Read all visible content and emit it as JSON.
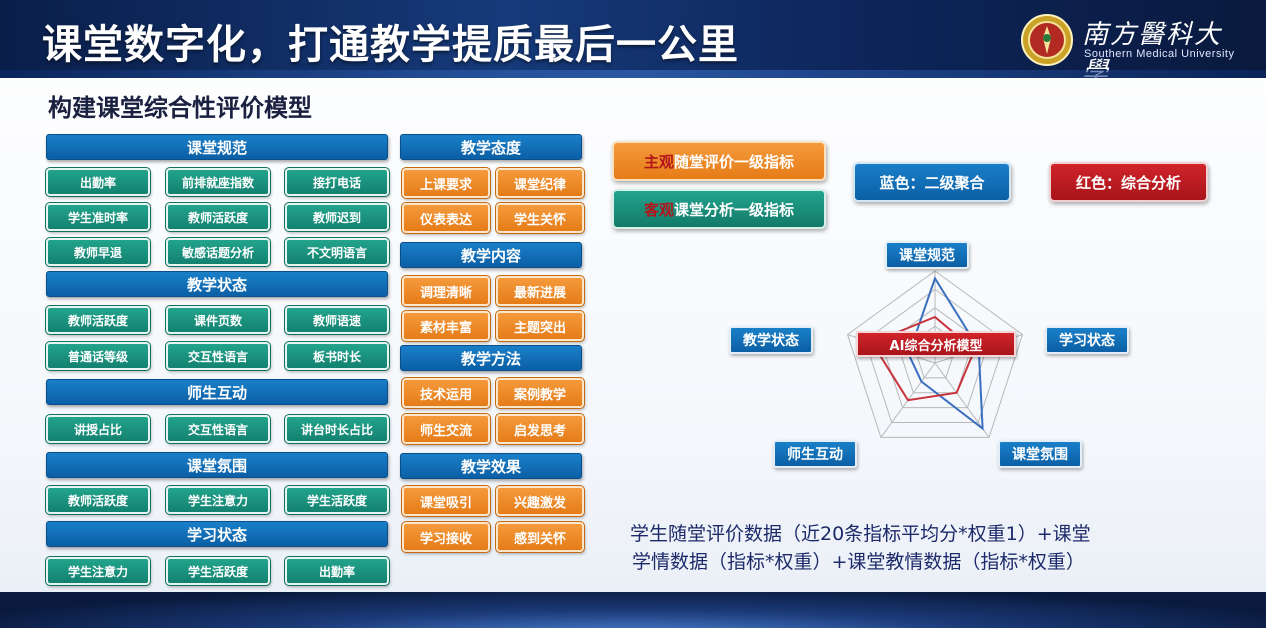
{
  "header": {
    "title": "课堂数字化，打通教学提质最后一公里",
    "logo_cn": "南方醫科大學",
    "logo_en": "Southern Medical University"
  },
  "subtitle": "构建课堂综合性评价模型",
  "groups_left": [
    {
      "title": "课堂规范",
      "items": [
        "出勤率",
        "前排就座指数",
        "接打电话",
        "学生准时率",
        "教师活跃度",
        "教师迟到",
        "教师早退",
        "敏感话题分析",
        "不文明语言"
      ]
    },
    {
      "title": "教学状态",
      "items": [
        "教师活跃度",
        "课件页数",
        "教师语速",
        "普通话等级",
        "交互性语言",
        "板书时长"
      ]
    },
    {
      "title": "师生互动",
      "items": [
        "讲授占比",
        "交互性语言",
        "讲台时长占比"
      ]
    },
    {
      "title": "课堂氛围",
      "items": [
        "教师活跃度",
        "学生注意力",
        "学生活跃度"
      ]
    },
    {
      "title": "学习状态",
      "items": [
        "学生注意力",
        "学生活跃度",
        "出勤率"
      ]
    }
  ],
  "groups_mid": [
    {
      "title": "教学态度",
      "items": [
        "上课要求",
        "课堂纪律",
        "仪表表达",
        "学生关怀"
      ]
    },
    {
      "title": "教学内容",
      "items": [
        "调理清晰",
        "最新进展",
        "素材丰富",
        "主题突出"
      ]
    },
    {
      "title": "教学方法",
      "items": [
        "技术运用",
        "案例教学",
        "师生交流",
        "启发思考"
      ]
    },
    {
      "title": "教学效果",
      "items": [
        "课堂吸引",
        "兴趣激发",
        "学习接收",
        "感到关怀"
      ]
    }
  ],
  "legend": {
    "subjective_em": "主观",
    "subjective_rest": "随堂评价一级指标",
    "objective_em": "客观",
    "objective_rest": "课堂分析一级指标",
    "blue": "蓝色：二级聚合",
    "red": "红色：综合分析"
  },
  "colors": {
    "orange": "#e57c18",
    "teal": "#138170",
    "blue": "#0b5fa5",
    "red": "#b3141a"
  },
  "radar": {
    "center_label": "AI综合分析模型",
    "axes": [
      "课堂规范",
      "学习状态",
      "课堂氛围",
      "师生互动",
      "教学状态"
    ],
    "series_blue": [
      0.92,
      0.5,
      0.88,
      0.25,
      0.3
    ],
    "series_red": [
      0.5,
      0.45,
      0.4,
      0.5,
      0.72
    ]
  },
  "formula": {
    "line1": "学生随堂评价数据（近20条指标平均分*权重1）+课堂",
    "line2": "学情数据（指标*权重）+课堂教情数据（指标*权重）"
  }
}
